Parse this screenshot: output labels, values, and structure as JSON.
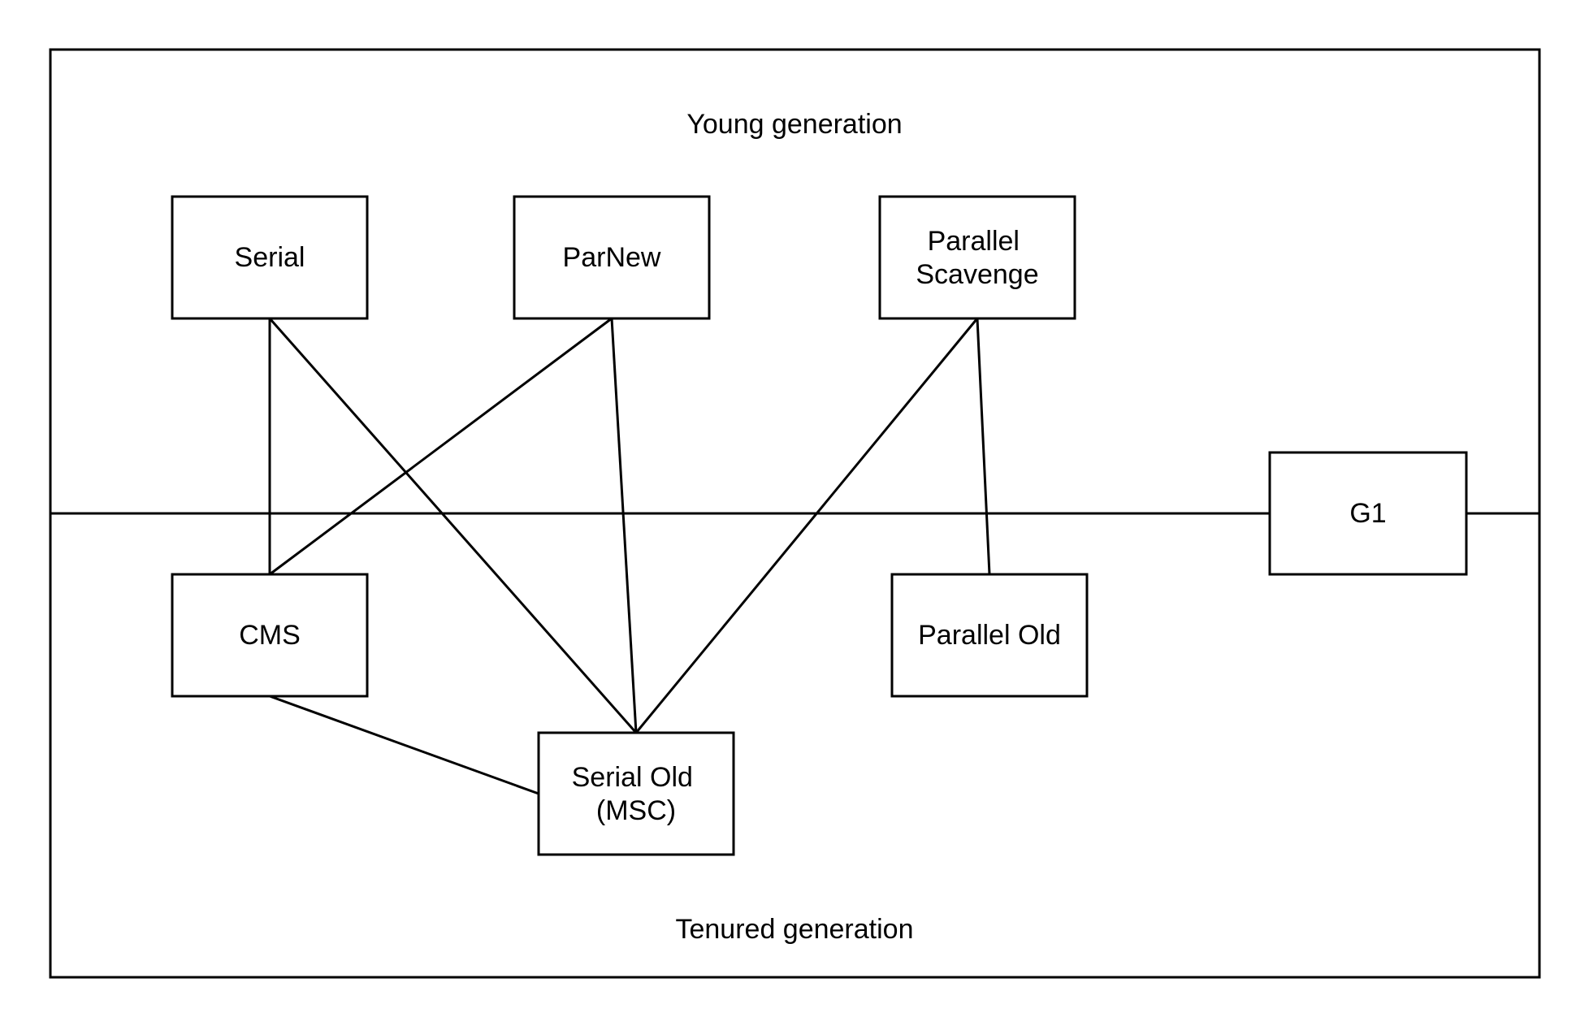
{
  "diagram": {
    "regions": {
      "young": "Young generation",
      "tenured": "Tenured generation"
    },
    "nodes": {
      "serial": {
        "lines": [
          "Serial"
        ]
      },
      "parnew": {
        "lines": [
          "ParNew"
        ]
      },
      "parallel_scavenge": {
        "lines": [
          "Parallel",
          "Scavenge"
        ]
      },
      "cms": {
        "lines": [
          "CMS"
        ]
      },
      "parallel_old": {
        "lines": [
          "Parallel Old"
        ]
      },
      "serial_old": {
        "lines": [
          "Serial Old",
          "(MSC)"
        ]
      },
      "g1": {
        "lines": [
          "G1"
        ]
      }
    },
    "edges": [
      {
        "from": "serial",
        "to": "cms"
      },
      {
        "from": "serial",
        "to": "serial_old"
      },
      {
        "from": "parnew",
        "to": "cms"
      },
      {
        "from": "parnew",
        "to": "serial_old"
      },
      {
        "from": "parallel_scavenge",
        "to": "serial_old"
      },
      {
        "from": "parallel_scavenge",
        "to": "parallel_old"
      },
      {
        "from": "cms",
        "to": "serial_old"
      }
    ],
    "colors": {
      "stroke": "#000000",
      "background": "#ffffff"
    }
  }
}
